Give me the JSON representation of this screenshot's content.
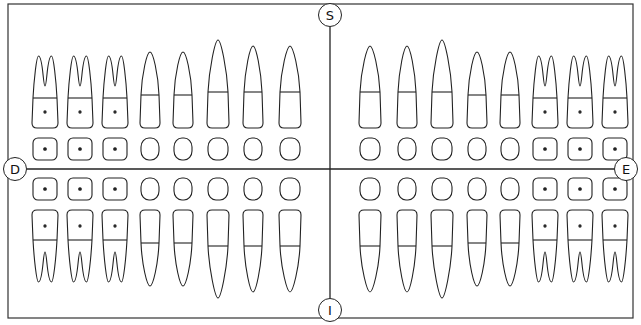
{
  "diagram": {
    "nodes": [
      {
        "text": [
          "S"
        ]
      },
      {
        "text": [
          "D"
        ]
      },
      {
        "text": [
          "E"
        ]
      },
      {
        "text": [
          "I"
        ]
      }
    ],
    "edges": [
      {
        "from": 0,
        "to": 3,
        "arrow": "none"
      },
      {
        "from": 1,
        "to": 2,
        "arrow": "none"
      }
    ]
  }
}
